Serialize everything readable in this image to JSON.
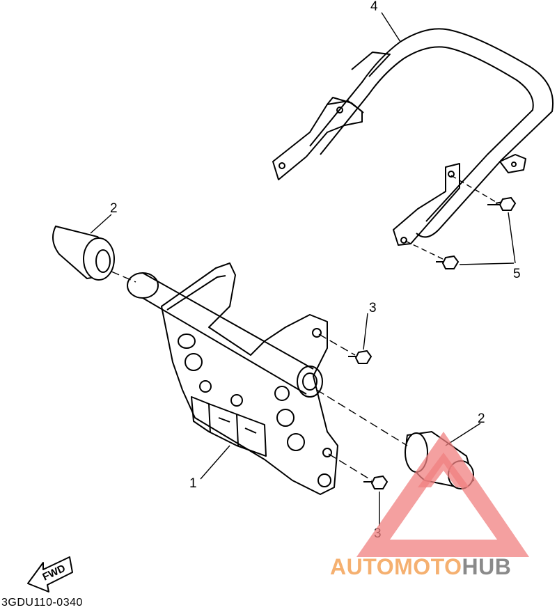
{
  "diagram": {
    "callouts": {
      "c1": "1",
      "c2a": "2",
      "c2b": "2",
      "c3a": "3",
      "c3b": "3",
      "c4": "4",
      "c5": "5"
    },
    "direction_label": "FWD",
    "figure_code": "3GDU110-0340"
  },
  "watermark": {
    "part1": "AUTOMOTO",
    "part2": "HUB",
    "colors": {
      "triangle": "#f08080",
      "text_primary": "#f5b070",
      "text_secondary": "#8a8a8a"
    }
  }
}
